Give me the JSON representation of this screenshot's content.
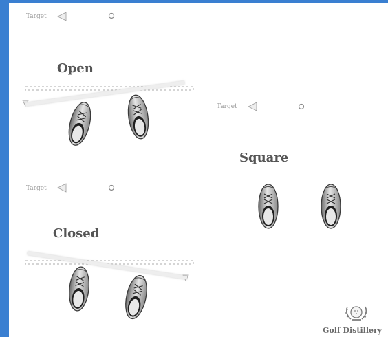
{
  "diagram": {
    "open": {
      "target_label": "Target",
      "title": "Open"
    },
    "square": {
      "target_label": "Target",
      "title": "Square"
    },
    "closed": {
      "target_label": "Target",
      "title": "Closed"
    }
  },
  "brand": {
    "name": "Golf Distillery",
    "logo": "golf-ball-laurel-icon"
  },
  "colors": {
    "frame": "#3a7fd1",
    "background": "#ffffff",
    "line": "#d9d9d9",
    "text": "#555555"
  }
}
